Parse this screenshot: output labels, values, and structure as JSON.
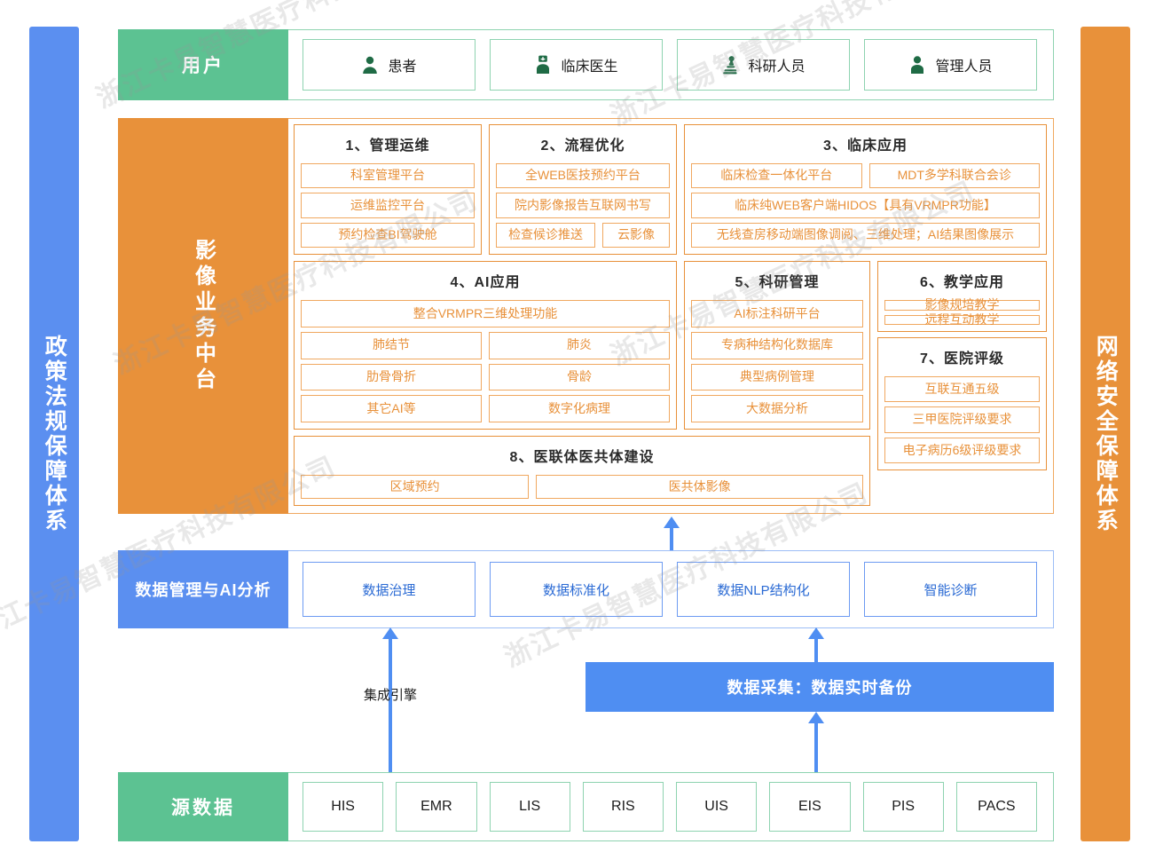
{
  "pillars": {
    "left": {
      "label": "政策法规保障体系",
      "color": "#5b8ff0"
    },
    "right": {
      "label": "网络安全保障体系",
      "color": "#e8913a"
    }
  },
  "users": {
    "label": "用户",
    "color": "#5cc292",
    "items": [
      {
        "icon": "patient-icon",
        "label": "患者"
      },
      {
        "icon": "doctor-icon",
        "label": "临床医生"
      },
      {
        "icon": "microscope-icon",
        "label": "科研人员"
      },
      {
        "icon": "admin-icon",
        "label": "管理人员"
      }
    ]
  },
  "platform": {
    "label": "影像业务中台",
    "color": "#e8913a",
    "panels": [
      {
        "title": "1、管理运维",
        "rows": [
          [
            "科室管理平台"
          ],
          [
            "运维监控平台"
          ],
          [
            "预约检查BI驾驶舱"
          ]
        ]
      },
      {
        "title": "2、流程优化",
        "rows": [
          [
            "全WEB医技预约平台"
          ],
          [
            "院内影像报告互联网书写"
          ],
          [
            "检查候诊推送",
            "云影像"
          ]
        ]
      },
      {
        "title": "3、临床应用",
        "rows": [
          [
            "临床检查一体化平台",
            "MDT多学科联合会诊"
          ],
          [
            "临床纯WEB客户端HIDOS【具有VRMPR功能】"
          ],
          [
            "无线查房移动端图像调阅、三维处理；AI结果图像展示"
          ]
        ]
      },
      {
        "title": "4、AI应用",
        "rows": [
          [
            "整合VRMPR三维处理功能"
          ],
          [
            "肺结节",
            "肺炎"
          ],
          [
            "肋骨骨折",
            "骨龄"
          ],
          [
            "其它AI等",
            "数字化病理"
          ]
        ]
      },
      {
        "title": "5、科研管理",
        "rows": [
          [
            "AI标注科研平台"
          ],
          [
            "专病种结构化数据库"
          ],
          [
            "典型病例管理"
          ],
          [
            "大数据分析"
          ]
        ]
      },
      {
        "title": "6、教学应用",
        "rows": [
          [
            "影像规培教学"
          ],
          [
            "远程互动教学"
          ]
        ]
      },
      {
        "title": "7、医院评级",
        "rows": [
          [
            "互联互通五级"
          ],
          [
            "三甲医院评级要求"
          ],
          [
            "电子病历6级评级要求"
          ]
        ]
      },
      {
        "title": "8、医联体医共体建设",
        "rows": [
          [
            "区域预约",
            "医共体影像"
          ]
        ]
      }
    ]
  },
  "datamgmt": {
    "label": "数据管理与AI分析",
    "color": "#5b8ff0",
    "items": [
      "数据治理",
      "数据标准化",
      "数据NLP结构化",
      "智能诊断"
    ]
  },
  "middle": {
    "collect_box": "数据采集：数据实时备份",
    "engine_label": "集成引擎",
    "connector_color": "#4f8ef2"
  },
  "source": {
    "label": "源数据",
    "color": "#5cc292",
    "items": [
      "HIS",
      "EMR",
      "LIS",
      "RIS",
      "UIS",
      "EIS",
      "PIS",
      "PACS"
    ]
  },
  "watermark": {
    "text": "浙江卡易智慧医疗科技有限公司"
  }
}
